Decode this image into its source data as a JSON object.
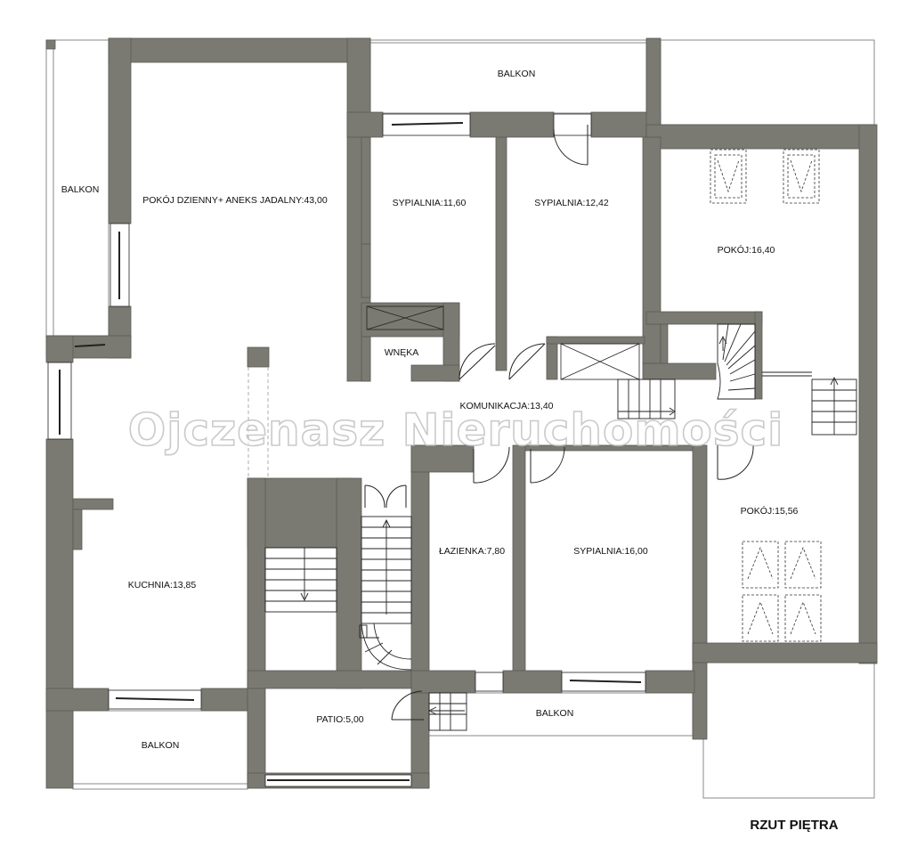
{
  "plan_title": "RZUT PIĘTRA",
  "watermark": "Ojczenasz Nieruchomości",
  "rooms": {
    "balkon_top": "BALKON",
    "balkon_left": "BALKON",
    "salon": "POKÓJ DZIENNY+ ANEKS JADALNY:43,00",
    "sypialnia_1": "SYPIALNIA:11,60",
    "sypialnia_2": "SYPIALNIA:12,42",
    "pokoj_1": "POKÓJ:16,40",
    "wneka": "WNĘKA",
    "komunikacja": "KOMUNIKACJA:13,40",
    "pokoj_2": "POKÓJ:15,56",
    "lazienka": "ŁAZIENKA:7,80",
    "sypialnia_3": "SYPIALNIA:16,00",
    "kuchnia": "KUCHNIA:13,85",
    "patio": "PATIO:5,00",
    "balkon_bottom_right": "BALKON",
    "balkon_bottom_left": "BALKON"
  },
  "colors": {
    "wall": "#7a7a72",
    "wall_edge": "#5a5a55",
    "line": "#222222",
    "thin": "#888888"
  }
}
